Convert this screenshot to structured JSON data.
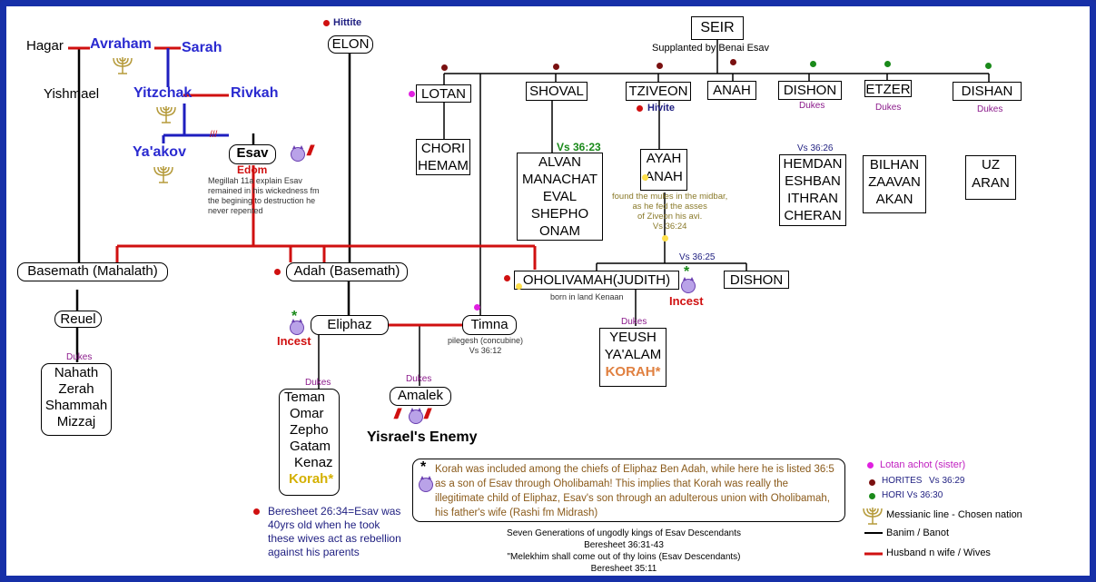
{
  "left_tree": {
    "hagar": "Hagar",
    "avraham": "Avraham",
    "sarah": "Sarah",
    "yishmael": "Yishmael",
    "yitzchak": "Yitzchak",
    "rivkah": "Rivkah",
    "yaakov": "Ya'akov",
    "esav": "Esav",
    "edom": "Edom",
    "megillah_note": [
      "Megillah 11a explain Esav",
      "remained in his wickedness fm",
      "the begining to destruction he",
      "never repented"
    ],
    "hittite": "Hittite",
    "elon": "ELON",
    "basemath": "Basemath (Mahalath)",
    "adah": "Adah (Basemath)",
    "reuel": "Reuel",
    "reuel_dukes_label": "Dukes",
    "reuel_dukes": [
      "Nahath",
      "Zerah",
      "Shammah",
      "Mizzaj"
    ],
    "eliphaz": "Eliphaz",
    "timna": "Timna",
    "timna_note": [
      "pilegesh (concubine)",
      "Vs 36:12"
    ],
    "incest_left": "Incest",
    "eliphaz_dukes_label": "Dukes",
    "eliphaz_dukes": [
      "Teman",
      "Omar",
      "Zepho",
      "Gatam",
      "Kenaz"
    ],
    "eliphaz_korah": "Korah*",
    "amalek_dukes_label": "Dukes",
    "amalek": "Amalek",
    "yisrael_enemy": "Yisrael's Enemy",
    "beresheet_note": [
      "Beresheet 26:34=Esav was",
      "40yrs old when he took",
      "these wives act as rebellion",
      "against his parents"
    ]
  },
  "seir_tree": {
    "seir": "SEIR",
    "supplanted": "Supplanted by Benai Esav",
    "lotan": "LOTAN",
    "chori_hemam": [
      "CHORI",
      "HEMAM"
    ],
    "shoval": "SHOVAL",
    "shoval_vs": "Vs 36:23",
    "shoval_sons": [
      "ALVAN",
      "MANACHAT",
      "EVAL",
      "SHEPHO",
      "ONAM"
    ],
    "tziveon": "TZIVEON",
    "hivite": "Hivite",
    "ayah_anah": [
      "AYAH",
      "ANAH"
    ],
    "anah_note": [
      "found the mules in the midbar,",
      "as he fed the asses",
      "of Ziveon his avi.",
      "Vs 36:24"
    ],
    "vs_3625": "Vs 36:25",
    "anah": "ANAH",
    "dishon": "DISHON",
    "dishon_dukes": "Dukes",
    "dishon_vs": "Vs 36:26",
    "dishon_sons": [
      "HEMDAN",
      "ESHBAN",
      "ITHRAN",
      "CHERAN"
    ],
    "etzer": "ETZER",
    "etzer_dukes": "Dukes",
    "etzer_sons": [
      "BILHAN",
      "ZAAVAN",
      "AKAN"
    ],
    "dishan": "DISHAN",
    "dishan_dukes": "Dukes",
    "dishan_sons": [
      "UZ",
      "ARAN"
    ],
    "oholivamah": "OHOLIVAMAH(JUDITH)",
    "born_kenaan": "born in land Kenaan",
    "incest_right": "Incest",
    "dishon2": "DISHON",
    "oholi_dukes": "Dukes",
    "oholi_sons": [
      "YEUSH",
      "YA'ALAM"
    ],
    "oholi_korah": "KORAH*"
  },
  "korah_note": "Korah was included among the chiefs of Eliphaz Ben Adah, while here he is listed 36:5 as a son of Esav through Oholibamah! This implies that Korah was really the illegitimate child of Eliphaz, Esav's son through an adulterous union with Oholibamah, his father's wife (Rashi fm Midrash)",
  "kings_note": [
    "Seven Generations of ungodly kings of Esav Descendants",
    "Beresheet 36:31-43",
    "\"Melekhim shall come out of thy loins (Esav Descendants)",
    "Beresheet 35:11"
  ],
  "legend": {
    "lotan_achot": "Lotan achot (sister)",
    "horites": "HORITES",
    "horites_vs": "Vs 36:29",
    "hori": "HORI Vs 36:30",
    "messianic": "Messianic line - Chosen nation",
    "banim": "Banim / Banot",
    "husband": "Husband n wife / Wives"
  },
  "colors": {
    "frame": "#1730a8",
    "marriage": "#d01010",
    "messianic": "#1e1ebf",
    "korah": "#d4b000",
    "oholi_korah": "#e08040"
  }
}
